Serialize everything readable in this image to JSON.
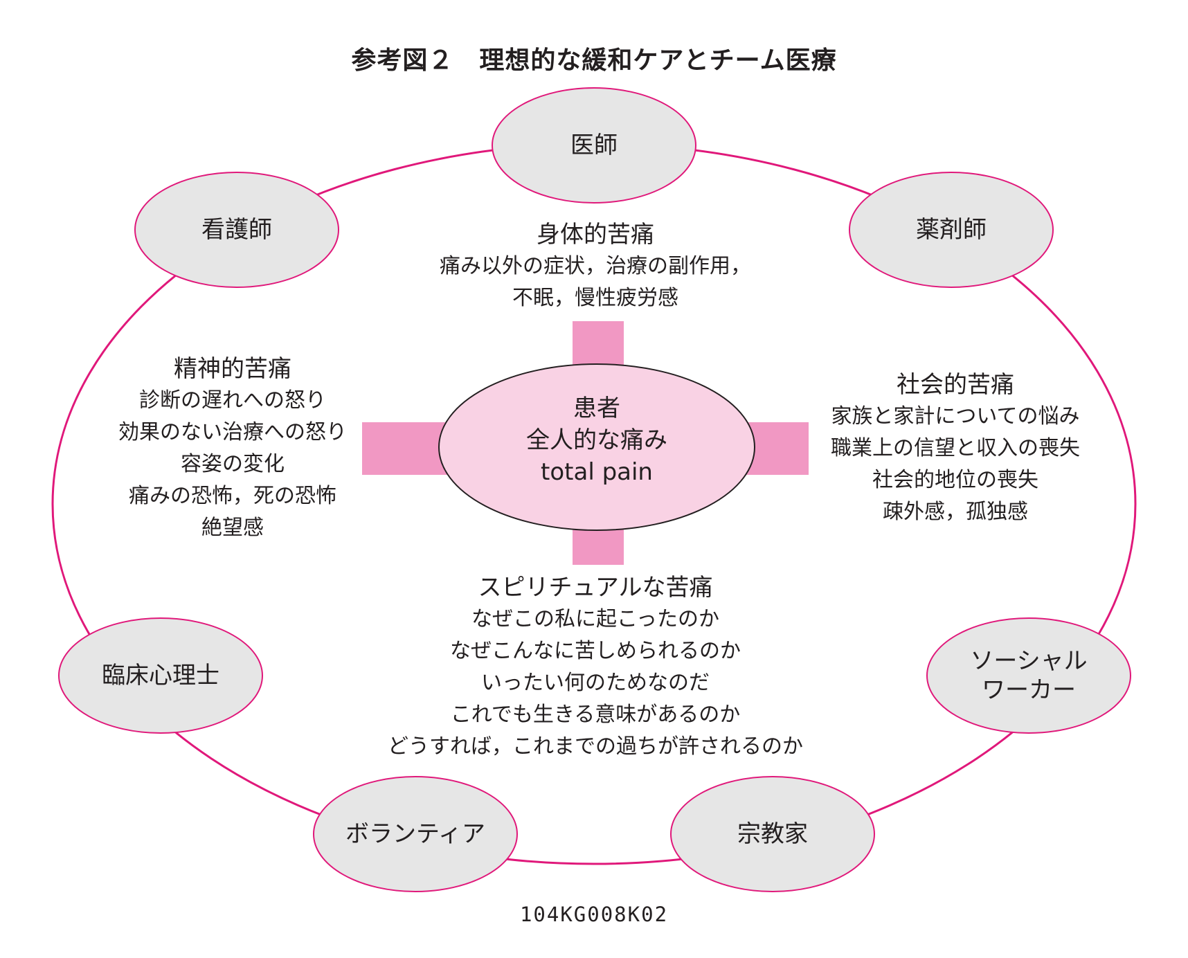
{
  "title": "参考図２　理想的な緩和ケアとチーム医療",
  "colors": {
    "ring": "#e0187a",
    "node_fill": "#e6e6e6",
    "node_stroke": "#e0187a",
    "center_fill": "#f9d2e4",
    "cross": "#f198c3",
    "text": "#231f20"
  },
  "center": {
    "line1": "患者",
    "line2": "全人的な痛み",
    "line3": "total pain"
  },
  "team_members": {
    "doctor": "医師",
    "pharmacist": "薬剤師",
    "nurse": "看護師",
    "psychologist": "臨床心理士",
    "social_worker_line1": "ソーシャル",
    "social_worker_line2": "ワーカー",
    "volunteer": "ボランティア",
    "religious": "宗教家"
  },
  "pain_blocks": {
    "physical": {
      "heading": "身体的苦痛",
      "lines": [
        "痛み以外の症状，治療の副作用，",
        "不眠，慢性疲労感"
      ]
    },
    "mental": {
      "heading": "精神的苦痛",
      "lines": [
        "診断の遅れへの怒り",
        "効果のない治療への怒り",
        "容姿の変化",
        "痛みの恐怖，死の恐怖",
        "絶望感"
      ]
    },
    "social": {
      "heading": "社会的苦痛",
      "lines": [
        "家族と家計についての悩み",
        "職業上の信望と収入の喪失",
        "社会的地位の喪失",
        "疎外感，孤独感"
      ]
    },
    "spiritual": {
      "heading": "スピリチュアルな苦痛",
      "lines": [
        "なぜこの私に起こったのか",
        "なぜこんなに苦しめられるのか",
        "いったい何のためなのだ",
        "これでも生きる意味があるのか",
        "どうすれば，これまでの過ちが許されるのか"
      ]
    }
  },
  "figure_code": "104KG008K02"
}
